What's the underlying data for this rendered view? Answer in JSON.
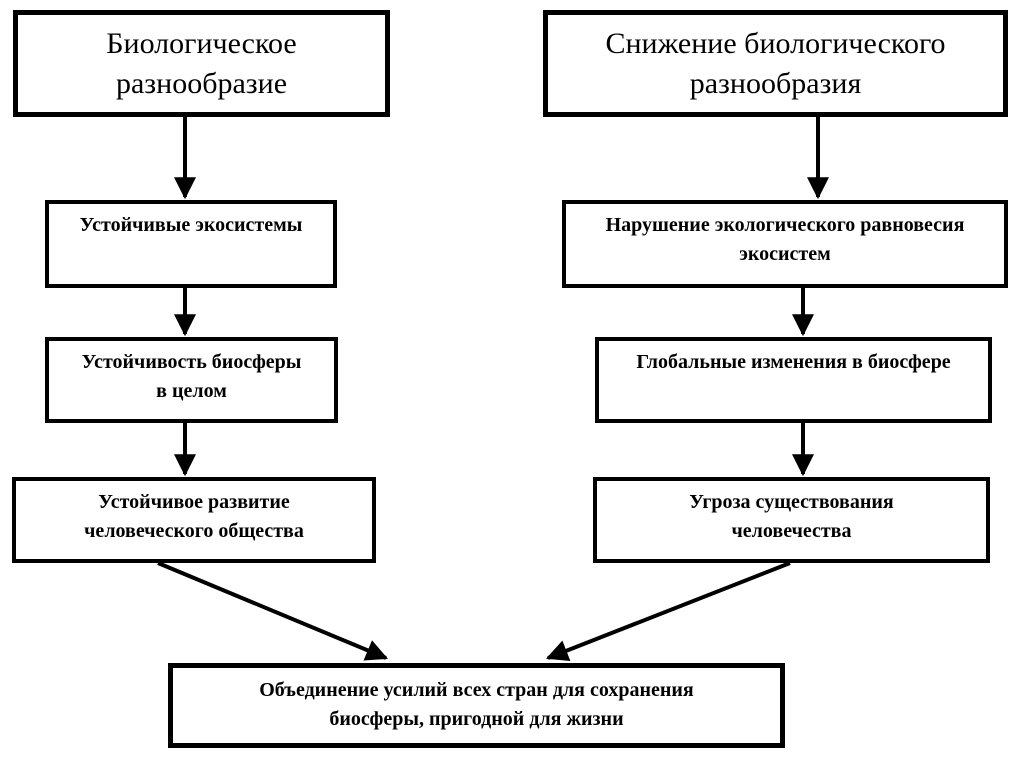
{
  "diagram": {
    "type": "flowchart",
    "language": "ru",
    "colors": {
      "line": "#000000",
      "box_border": "#000000",
      "box_fill": "#ffffff",
      "background": "#ffffff",
      "text": "#000000"
    },
    "boxes": {
      "left_root": "Биологическое\nразнообразие",
      "left_1": "Устойчивые экосистемы",
      "left_2": "Устойчивость биосферы\nв целом",
      "left_3": "Устойчивое развитие\nчеловеческого общества",
      "right_root": "Снижение биологического\nразнообразия",
      "right_1": "Нарушение экологического равновесия\nэкосистем",
      "right_2": "Глобальные изменения в биосфере",
      "right_3": "Угроза существования\nчеловечества",
      "bottom": "Объединение усилий всех стран для сохранения\nбиосферы, пригодной для жизни"
    },
    "edges": [
      {
        "from": "left_root",
        "to": "left_1"
      },
      {
        "from": "left_1",
        "to": "left_2"
      },
      {
        "from": "left_2",
        "to": "left_3"
      },
      {
        "from": "right_root",
        "to": "right_1"
      },
      {
        "from": "right_1",
        "to": "right_2"
      },
      {
        "from": "right_2",
        "to": "right_3"
      },
      {
        "from": "left_3",
        "to": "bottom"
      },
      {
        "from": "right_3",
        "to": "bottom"
      }
    ]
  }
}
